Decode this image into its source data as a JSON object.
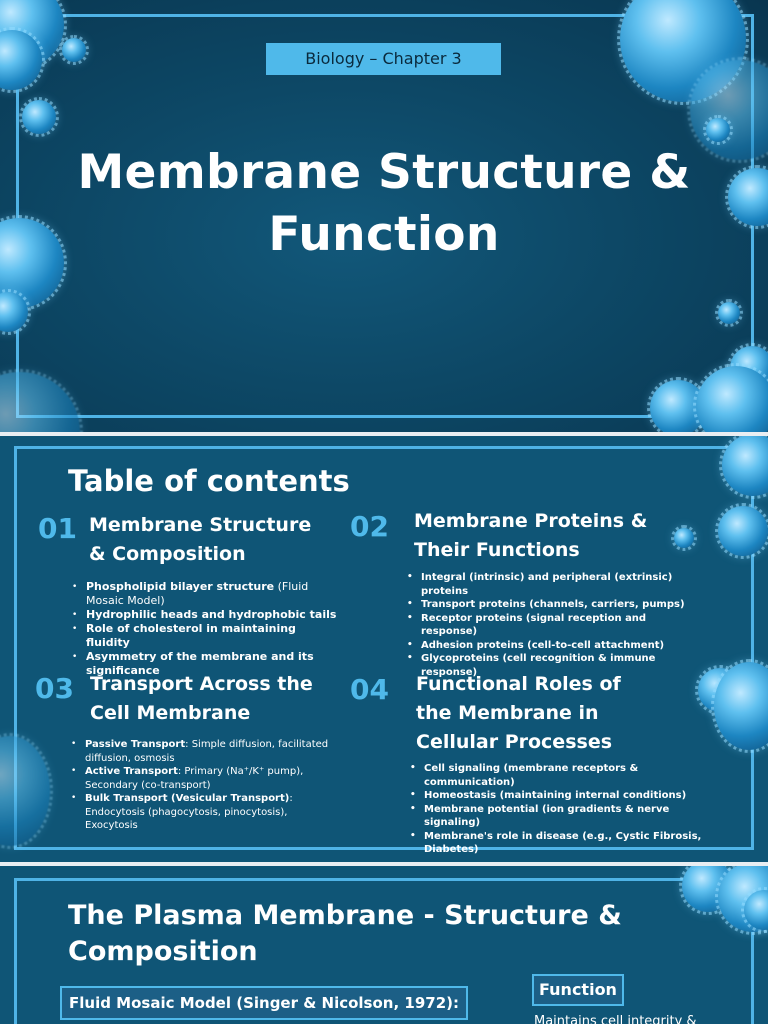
{
  "slide1": {
    "chapter_tag": "Biology – Chapter 3",
    "title_line1": "Membrane Structure &",
    "title_line2": "Function"
  },
  "slide2": {
    "title": "Table of contents",
    "sections": [
      {
        "num": "01",
        "title_line1": "Membrane Structure",
        "title_line2": "& Composition",
        "bullets": [
          {
            "bold": "Phospholipid bilayer structure",
            "rest": " (Fluid Mosaic Model)"
          },
          {
            "bold": "Hydrophilic heads and hydrophobic tails",
            "rest": ""
          },
          {
            "bold": "Role of cholesterol in maintaining fluidity",
            "rest": ""
          },
          {
            "bold": "Asymmetry of the membrane and its significance",
            "rest": ""
          }
        ]
      },
      {
        "num": "02",
        "title_line1": "Membrane Proteins &",
        "title_line2": "Their Functions",
        "bullets": [
          "Integral (intrinsic) and peripheral (extrinsic) proteins",
          "Transport proteins (channels, carriers, pumps)",
          "Receptor proteins (signal reception and response)",
          "Adhesion proteins (cell-to-cell attachment)",
          "Glycoproteins (cell recognition & immune response)"
        ]
      },
      {
        "num": "03",
        "title_line1": "Transport Across the",
        "title_line2": "Cell Membrane",
        "bullets": [
          {
            "bold": "Passive Transport",
            "rest": ": Simple diffusion, facilitated diffusion, osmosis"
          },
          {
            "bold": "Active Transport",
            "rest": ": Primary (Na⁺/K⁺ pump), Secondary (co-transport)"
          },
          {
            "bold": "Bulk Transport (Vesicular Transport)",
            "rest": ": Endocytosis (phagocytosis, pinocytosis), Exocytosis"
          }
        ]
      },
      {
        "num": "04",
        "title_line1": "Functional Roles of",
        "title_line2": "the Membrane in",
        "title_line3": "Cellular Processes",
        "bullets": [
          "Cell signaling (membrane receptors & communication)",
          "Homeostasis (maintaining internal conditions)",
          "Membrane potential (ion gradients & nerve signaling)",
          "Membrane's role in disease (e.g., Cystic Fibrosis, Diabetes)"
        ]
      }
    ]
  },
  "slide3": {
    "title_line1": "The Plasma Membrane - Structure &",
    "title_line2": "Composition",
    "fluid_mosaic_label": "Fluid Mosaic Model (Singer & Nicolson, 1972):",
    "function_label": "Function",
    "function_text_partial": "Maintains cell integrity &"
  }
}
